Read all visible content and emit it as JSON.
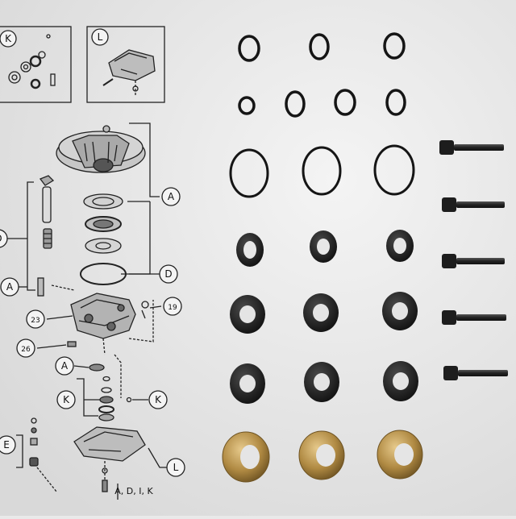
{
  "callouts": {
    "box_left": "K",
    "box_right": "L",
    "a_top": "A",
    "d_right": "D",
    "d_left": "D",
    "a_left": "A",
    "n23": "23",
    "n19": "19",
    "n26": "26",
    "a_mid": "A",
    "k_left": "K",
    "k_right": "K",
    "e_left": "E",
    "l_bottom": "L",
    "bottom_row": "A, D, I, K"
  },
  "parts": {
    "small_orings": 7,
    "large_orings": 3,
    "seals": 9,
    "bolts": 5,
    "brass_rings": 3
  },
  "colors": {
    "background": "#e9e9e9",
    "ink": "#222222",
    "rubber": "#1b1b1b",
    "brass": "#b08a43",
    "bolt": "#2a2a2a"
  }
}
